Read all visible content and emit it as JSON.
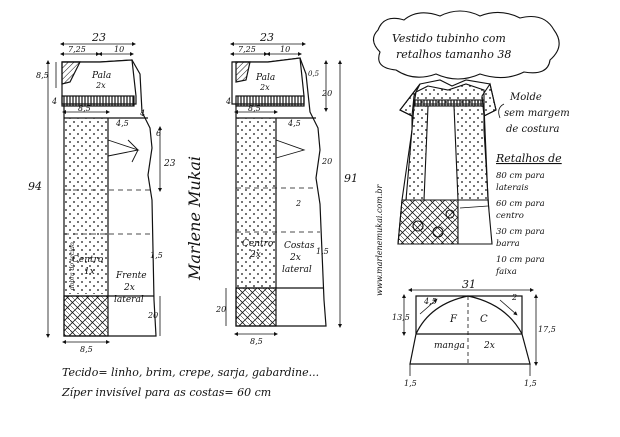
{
  "title": {
    "line1": "Vestido tubinho com",
    "line2": "retalhos tamanho 38"
  },
  "watermark": {
    "url": "www.marlenemukai.com.br",
    "signature": "Marlene Mukai"
  },
  "front_pattern": {
    "dims": {
      "top_width": "23",
      "neck_a": "7,25",
      "neck_b": "10",
      "left_top": "8,5",
      "yoke_h": "4",
      "waist_w": "8,5",
      "waist_b": "4,5",
      "side_a": "6",
      "side_b": "23",
      "hem": "20",
      "total": "94",
      "hem_w": "8,5",
      "bust_small": "4",
      "dart": "1,5"
    },
    "labels": {
      "pala": "Pala",
      "pala_count": "2x",
      "centro": "Centro",
      "centro_count": "1x",
      "frente": "Frente",
      "frente_count": "2x",
      "frente_sub": "lateral",
      "fold_note": "dobra do tecido"
    }
  },
  "back_pattern": {
    "dims": {
      "top_width": "23",
      "neck_a": "7,25",
      "neck_b": "10",
      "shoulder": "0,5",
      "yoke_h": "20",
      "waist_w": "8,5",
      "waist_b": "4,5",
      "side_a": "20",
      "side_b": "2",
      "total": "91",
      "hem": "20",
      "hem_w": "8,5",
      "dart": "1,5",
      "small": "4"
    },
    "labels": {
      "pala": "Pala",
      "pala_count": "2x",
      "centro": "Centro",
      "centro_count": "2x",
      "costas": "Costas",
      "costas_count": "2x",
      "costas_sub": "lateral"
    }
  },
  "dress_notes": {
    "molde": "Molde",
    "sem_margem": "sem margem",
    "de_costura": "de costura"
  },
  "retalhos": {
    "heading": "Retalhos de",
    "lines": [
      "80 cm para",
      "laterais",
      "60 cm para",
      "centro",
      "30 cm para",
      "barra",
      "10 cm para",
      "faixa"
    ]
  },
  "sleeve": {
    "width": "31",
    "cap": "4,5",
    "left_h": "13,5",
    "right_h": "17,5",
    "cap_right": "2",
    "front_label": "F",
    "back_label": "C",
    "manga": "manga",
    "count": "2x",
    "hem_left": "1,5",
    "hem_right": "1,5"
  },
  "footer": {
    "tecido": "Tecido= linho, brim, crepe, sarja, gabardine...",
    "ziper": "Zíper invisível para as costas= 60 cm"
  },
  "colors": {
    "ink": "#111111",
    "paper": "#ffffff"
  }
}
